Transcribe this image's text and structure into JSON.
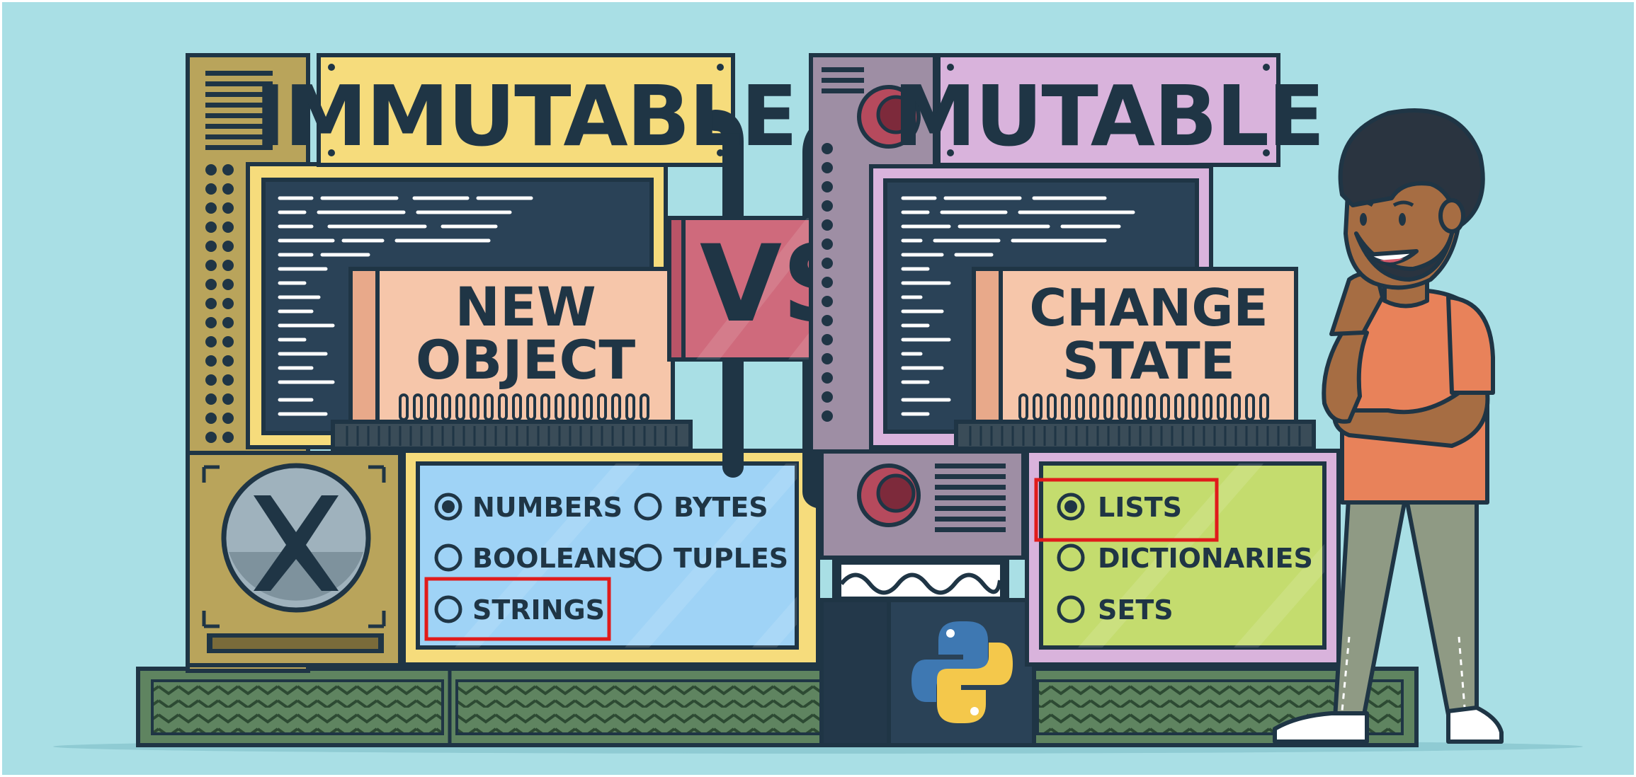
{
  "immutable": {
    "title": "IMMUTABLE",
    "card_line1": "NEW",
    "card_line2": "OBJECT",
    "options": [
      {
        "label": "NUMBERS",
        "selected": true
      },
      {
        "label": "BYTES",
        "selected": false
      },
      {
        "label": "BOOLEANS",
        "selected": false
      },
      {
        "label": "TUPLES",
        "selected": false
      },
      {
        "label": "STRINGS",
        "selected": false
      }
    ],
    "highlighted_option": "STRINGS",
    "close_icon": "x-icon"
  },
  "versus": {
    "text": "VS"
  },
  "mutable": {
    "title": "MUTABLE",
    "card_line1": "CHANGE",
    "card_line2": "STATE",
    "options": [
      {
        "label": "LISTS",
        "selected": true
      },
      {
        "label": "DICTIONARIES",
        "selected": false
      },
      {
        "label": "SETS",
        "selected": false
      }
    ],
    "highlighted_option": "LISTS"
  },
  "logo": "python-logo",
  "colors": {
    "background": "#a9dfe5",
    "immutable_machine": "#b9a45b",
    "immutable_sign": "#f6dc7c",
    "mutable_machine": "#9e8ea4",
    "mutable_sign": "#d9b3dc",
    "vs_panel": "#cf6a7c",
    "card": "#f6c6aa",
    "screen": "#2a4257",
    "immutable_options": "#9fd3f6",
    "mutable_options": "#c4dc6e",
    "base": "#5f8460",
    "highlight": "#e01b1b"
  }
}
